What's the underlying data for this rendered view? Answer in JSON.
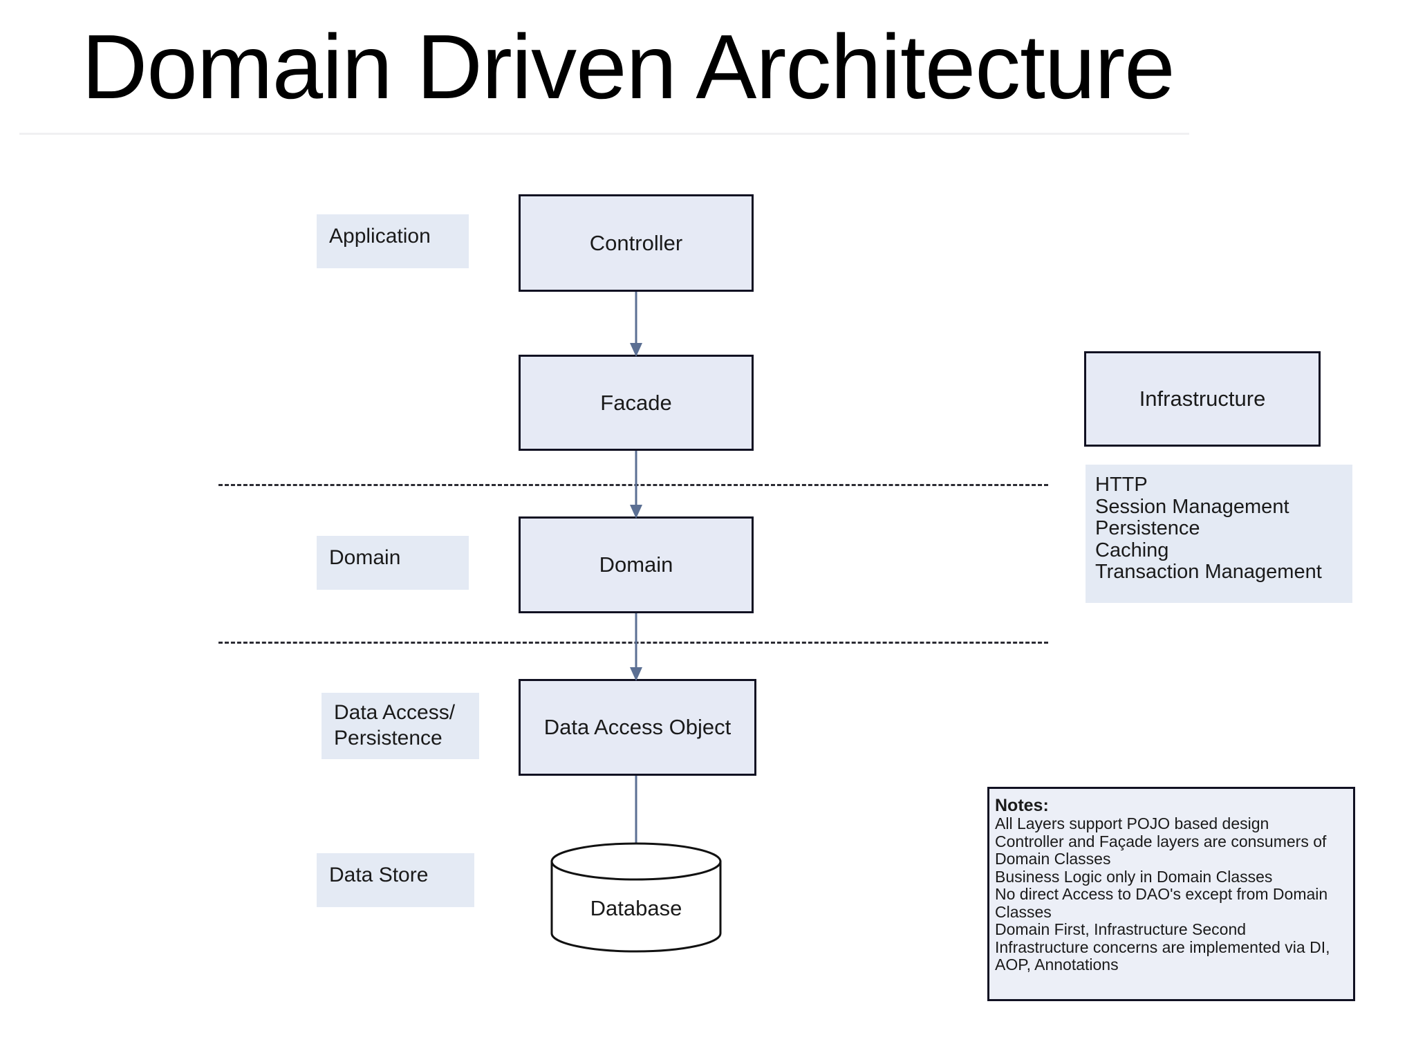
{
  "slide": {
    "title": "Domain Driven Architecture"
  },
  "layer_labels": [
    {
      "id": "application",
      "text": "Application"
    },
    {
      "id": "domain",
      "text": "Domain"
    },
    {
      "id": "data-access-persistence",
      "text": "Data Access/\nPersistence"
    },
    {
      "id": "data-store",
      "text": "Data Store"
    }
  ],
  "flow": {
    "nodes": [
      {
        "id": "controller",
        "label": "Controller"
      },
      {
        "id": "facade",
        "label": "Facade"
      },
      {
        "id": "domain",
        "label": "Domain"
      },
      {
        "id": "data-access-object",
        "label": "Data Access Object"
      },
      {
        "id": "database",
        "label": "Database"
      }
    ]
  },
  "infrastructure": {
    "title": "Infrastructure",
    "items": [
      "HTTP",
      "Session Management",
      "Persistence",
      "Caching",
      "Transaction Management"
    ]
  },
  "notes": {
    "heading": "Notes:",
    "lines": [
      "All Layers support POJO based design",
      "Controller and Façade layers are consumers of Domain Classes",
      "Business Logic only in Domain Classes",
      "No direct Access to DAO's except from Domain Classes",
      "Domain First, Infrastructure Second",
      "Infrastructure concerns are implemented via DI, AOP, Annotations"
    ]
  },
  "colors": {
    "box_fill": "#e6eaf5",
    "chip_fill": "#e4eaf4",
    "box_border": "#111122",
    "arrow": "#5b6f93",
    "separator": "#2b2b33",
    "title_rule": "#f0f0f2"
  }
}
